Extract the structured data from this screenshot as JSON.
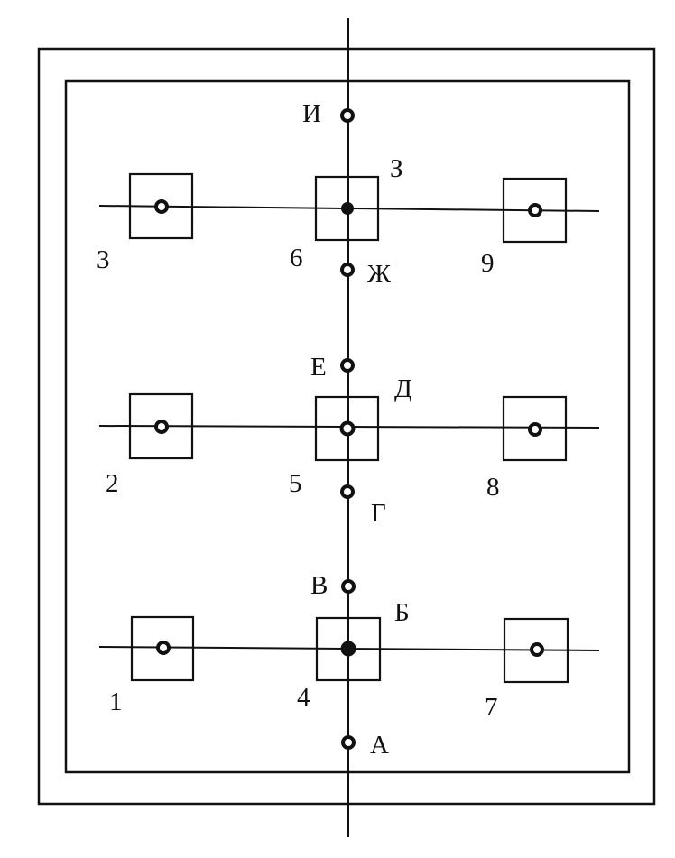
{
  "labels": {
    "letters": {
      "i": "И",
      "z": "З",
      "zh": "Ж",
      "e": "Е",
      "d": "Д",
      "g": "Г",
      "v": "В",
      "b": "Б",
      "a": "А"
    },
    "numbers": {
      "n1": "1",
      "n2": "2",
      "n3": "3",
      "n4": "4",
      "n5": "5",
      "n6": "6",
      "n7": "7",
      "n8": "8",
      "n9": "9"
    }
  }
}
